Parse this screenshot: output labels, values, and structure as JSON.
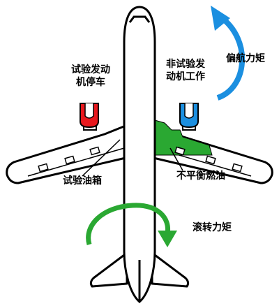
{
  "labels": {
    "test_engine_stopped_line1": "试验发动",
    "test_engine_stopped_line2": "机停车",
    "non_test_engine_working_line1": "非试验发",
    "non_test_engine_working_line2": "动机工作",
    "yaw_moment": "偏航力矩",
    "test_fuel_tank": "试验油箱",
    "unbalanced_fuel": "不平衡燃油",
    "roll_moment": "滚转力矩"
  },
  "colors": {
    "stopped_engine": "#e8191e",
    "working_engine": "#1b8fe0",
    "yaw_arrow": "#1b8fe0",
    "unbalanced_fuel": "#2aa832",
    "roll_arrow": "#2aa832",
    "outline": "#000000"
  }
}
